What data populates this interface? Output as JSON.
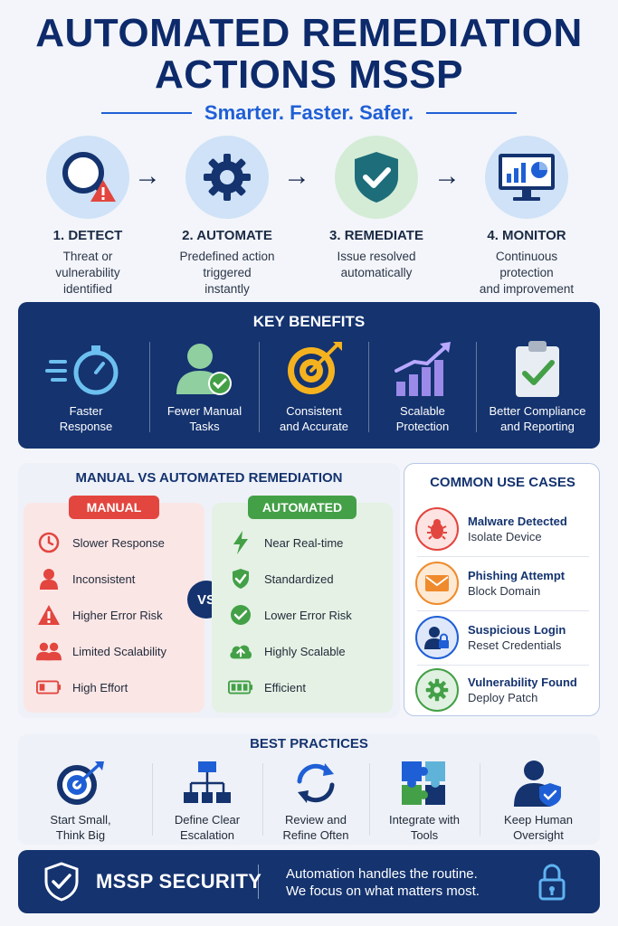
{
  "header": {
    "title_line1": "AUTOMATED REMEDIATION",
    "title_line2": "ACTIONS MSSP",
    "subtitle": "Smarter. Faster. Safer."
  },
  "steps": [
    {
      "title": "1. DETECT",
      "desc1": "Threat or",
      "desc2": "vulnerability",
      "desc3": "identified",
      "icon": "magnifier-warning-icon"
    },
    {
      "title": "2. AUTOMATE",
      "desc1": "Predefined action",
      "desc2": "triggered",
      "desc3": "instantly",
      "icon": "gear-icon"
    },
    {
      "title": "3. REMEDIATE",
      "desc1": "Issue resolved",
      "desc2": "automatically",
      "desc3": "",
      "icon": "shield-check-icon"
    },
    {
      "title": "4. MONITOR",
      "desc1": "Continuous",
      "desc2": "protection",
      "desc3": "and improvement",
      "icon": "monitor-chart-icon"
    }
  ],
  "benefits": {
    "title": "KEY BENEFITS",
    "items": [
      {
        "l1": "Faster",
        "l2": "Response",
        "icon": "stopwatch-icon"
      },
      {
        "l1": "Fewer Manual",
        "l2": "Tasks",
        "icon": "user-check-icon"
      },
      {
        "l1": "Consistent",
        "l2": "and Accurate",
        "icon": "target-icon"
      },
      {
        "l1": "Scalable",
        "l2": "Protection",
        "icon": "growth-chart-icon"
      },
      {
        "l1": "Better Compliance",
        "l2": "and Reporting",
        "icon": "clipboard-check-icon"
      }
    ]
  },
  "comparison": {
    "title": "MANUAL VS AUTOMATED REMEDIATION",
    "vs": "VS",
    "manual": {
      "label": "MANUAL",
      "items": [
        "Slower Response",
        "Inconsistent",
        "Higher Error Risk",
        "Limited Scalability",
        "High Effort"
      ]
    },
    "automated": {
      "label": "AUTOMATED",
      "items": [
        "Near Real-time",
        "Standardized",
        "Lower Error Risk",
        "Highly Scalable",
        "Efficient"
      ]
    }
  },
  "use_cases": {
    "title": "COMMON USE CASES",
    "items": [
      {
        "title": "Malware Detected",
        "action": "Isolate Device",
        "icon": "bug-icon"
      },
      {
        "title": "Phishing Attempt",
        "action": "Block Domain",
        "icon": "envelope-icon"
      },
      {
        "title": "Suspicious Login",
        "action": "Reset Credentials",
        "icon": "user-lock-icon"
      },
      {
        "title": "Vulnerability Found",
        "action": "Deploy Patch",
        "icon": "gear-icon"
      }
    ]
  },
  "best_practices": {
    "title": "BEST PRACTICES",
    "items": [
      {
        "l1": "Start Small,",
        "l2": "Think Big",
        "icon": "target-icon"
      },
      {
        "l1": "Define Clear",
        "l2": "Escalation",
        "icon": "flowchart-icon"
      },
      {
        "l1": "Review and",
        "l2": "Refine Often",
        "icon": "refresh-icon"
      },
      {
        "l1": "Integrate with",
        "l2": "Tools",
        "icon": "puzzle-icon"
      },
      {
        "l1": "Keep Human",
        "l2": "Oversight",
        "icon": "user-shield-icon"
      }
    ]
  },
  "footer": {
    "brand": "MSSP SECURITY",
    "tagline1": "Automation handles the routine.",
    "tagline2": "We focus on what matters most."
  },
  "colors": {
    "navy": "#14336f",
    "blue": "#1f5fd6",
    "manual_red": "#e2463f",
    "auto_green": "#43a047"
  }
}
